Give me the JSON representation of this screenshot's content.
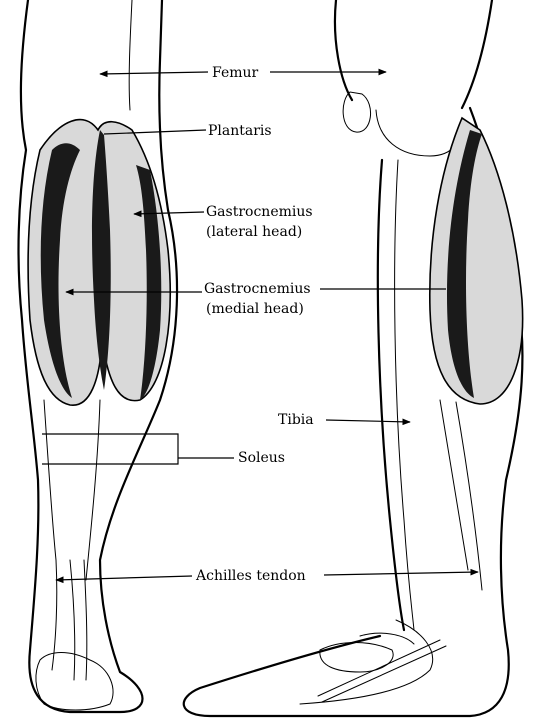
{
  "labels": {
    "femur": "Femur",
    "plantaris": "Plantaris",
    "gastro_lateral_1": "Gastrocnemius",
    "gastro_lateral_2": "(lateral head)",
    "gastro_medial_1": "Gastrocnemius",
    "gastro_medial_2": "(medial head)",
    "tibia": "Tibia",
    "soleus": "Soleus",
    "achilles": "Achilles tendon"
  },
  "colors": {
    "ink": "#000000",
    "paper": "#ffffff"
  }
}
